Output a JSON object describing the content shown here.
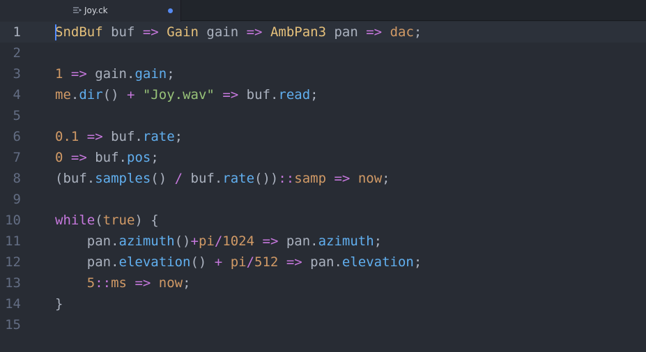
{
  "tab": {
    "title": "Joy.ck",
    "icon": "file-code-icon",
    "modified": true,
    "accent": "#568af2"
  },
  "editor": {
    "current_line": 1,
    "lines": [
      {
        "number": "1",
        "tokens": [
          {
            "t": "SndBuf",
            "c": "type"
          },
          {
            "t": " buf ",
            "c": "plain"
          },
          {
            "t": "=>",
            "c": "op"
          },
          {
            "t": " ",
            "c": "plain"
          },
          {
            "t": "Gain",
            "c": "type"
          },
          {
            "t": " gain ",
            "c": "plain"
          },
          {
            "t": "=>",
            "c": "op"
          },
          {
            "t": " ",
            "c": "plain"
          },
          {
            "t": "AmbPan3",
            "c": "type"
          },
          {
            "t": " pan ",
            "c": "plain"
          },
          {
            "t": "=>",
            "c": "op"
          },
          {
            "t": " ",
            "c": "plain"
          },
          {
            "t": "dac",
            "c": "const"
          },
          {
            "t": ";",
            "c": "plain"
          }
        ]
      },
      {
        "number": "2",
        "tokens": []
      },
      {
        "number": "3",
        "tokens": [
          {
            "t": "1",
            "c": "num"
          },
          {
            "t": " ",
            "c": "plain"
          },
          {
            "t": "=>",
            "c": "op"
          },
          {
            "t": " gain.",
            "c": "plain"
          },
          {
            "t": "gain",
            "c": "fn"
          },
          {
            "t": ";",
            "c": "plain"
          }
        ]
      },
      {
        "number": "4",
        "tokens": [
          {
            "t": "me",
            "c": "const"
          },
          {
            "t": ".",
            "c": "plain"
          },
          {
            "t": "dir",
            "c": "fn"
          },
          {
            "t": "() ",
            "c": "plain"
          },
          {
            "t": "+",
            "c": "op"
          },
          {
            "t": " ",
            "c": "plain"
          },
          {
            "t": "\"Joy.wav\"",
            "c": "str"
          },
          {
            "t": " ",
            "c": "plain"
          },
          {
            "t": "=>",
            "c": "op"
          },
          {
            "t": " buf.",
            "c": "plain"
          },
          {
            "t": "read",
            "c": "fn"
          },
          {
            "t": ";",
            "c": "plain"
          }
        ]
      },
      {
        "number": "5",
        "tokens": []
      },
      {
        "number": "6",
        "tokens": [
          {
            "t": "0.1",
            "c": "num"
          },
          {
            "t": " ",
            "c": "plain"
          },
          {
            "t": "=>",
            "c": "op"
          },
          {
            "t": " buf.",
            "c": "plain"
          },
          {
            "t": "rate",
            "c": "fn"
          },
          {
            "t": ";",
            "c": "plain"
          }
        ]
      },
      {
        "number": "7",
        "tokens": [
          {
            "t": "0",
            "c": "num"
          },
          {
            "t": " ",
            "c": "plain"
          },
          {
            "t": "=>",
            "c": "op"
          },
          {
            "t": " buf.",
            "c": "plain"
          },
          {
            "t": "pos",
            "c": "fn"
          },
          {
            "t": ";",
            "c": "plain"
          }
        ]
      },
      {
        "number": "8",
        "tokens": [
          {
            "t": "(buf.",
            "c": "plain"
          },
          {
            "t": "samples",
            "c": "fn"
          },
          {
            "t": "() ",
            "c": "plain"
          },
          {
            "t": "/",
            "c": "op"
          },
          {
            "t": " buf.",
            "c": "plain"
          },
          {
            "t": "rate",
            "c": "fn"
          },
          {
            "t": "())",
            "c": "plain"
          },
          {
            "t": "::",
            "c": "op"
          },
          {
            "t": "samp",
            "c": "const"
          },
          {
            "t": " ",
            "c": "plain"
          },
          {
            "t": "=>",
            "c": "op"
          },
          {
            "t": " ",
            "c": "plain"
          },
          {
            "t": "now",
            "c": "const"
          },
          {
            "t": ";",
            "c": "plain"
          }
        ]
      },
      {
        "number": "9",
        "tokens": []
      },
      {
        "number": "10",
        "tokens": [
          {
            "t": "while",
            "c": "kw"
          },
          {
            "t": "(",
            "c": "plain"
          },
          {
            "t": "true",
            "c": "const"
          },
          {
            "t": ") {",
            "c": "plain"
          }
        ]
      },
      {
        "number": "11",
        "tokens": [
          {
            "t": "    pan.",
            "c": "plain"
          },
          {
            "t": "azimuth",
            "c": "fn"
          },
          {
            "t": "()",
            "c": "plain"
          },
          {
            "t": "+",
            "c": "op"
          },
          {
            "t": "pi",
            "c": "const"
          },
          {
            "t": "/",
            "c": "op"
          },
          {
            "t": "1024",
            "c": "num"
          },
          {
            "t": " ",
            "c": "plain"
          },
          {
            "t": "=>",
            "c": "op"
          },
          {
            "t": " pan.",
            "c": "plain"
          },
          {
            "t": "azimuth",
            "c": "fn"
          },
          {
            "t": ";",
            "c": "plain"
          }
        ]
      },
      {
        "number": "12",
        "tokens": [
          {
            "t": "    pan.",
            "c": "plain"
          },
          {
            "t": "elevation",
            "c": "fn"
          },
          {
            "t": "() ",
            "c": "plain"
          },
          {
            "t": "+",
            "c": "op"
          },
          {
            "t": " ",
            "c": "plain"
          },
          {
            "t": "pi",
            "c": "const"
          },
          {
            "t": "/",
            "c": "op"
          },
          {
            "t": "512",
            "c": "num"
          },
          {
            "t": " ",
            "c": "plain"
          },
          {
            "t": "=>",
            "c": "op"
          },
          {
            "t": " pan.",
            "c": "plain"
          },
          {
            "t": "elevation",
            "c": "fn"
          },
          {
            "t": ";",
            "c": "plain"
          }
        ]
      },
      {
        "number": "13",
        "tokens": [
          {
            "t": "    ",
            "c": "plain"
          },
          {
            "t": "5",
            "c": "num"
          },
          {
            "t": "::",
            "c": "op"
          },
          {
            "t": "ms",
            "c": "const"
          },
          {
            "t": " ",
            "c": "plain"
          },
          {
            "t": "=>",
            "c": "op"
          },
          {
            "t": " ",
            "c": "plain"
          },
          {
            "t": "now",
            "c": "const"
          },
          {
            "t": ";",
            "c": "plain"
          }
        ]
      },
      {
        "number": "14",
        "tokens": [
          {
            "t": "}",
            "c": "plain"
          }
        ]
      },
      {
        "number": "15",
        "tokens": []
      }
    ]
  }
}
